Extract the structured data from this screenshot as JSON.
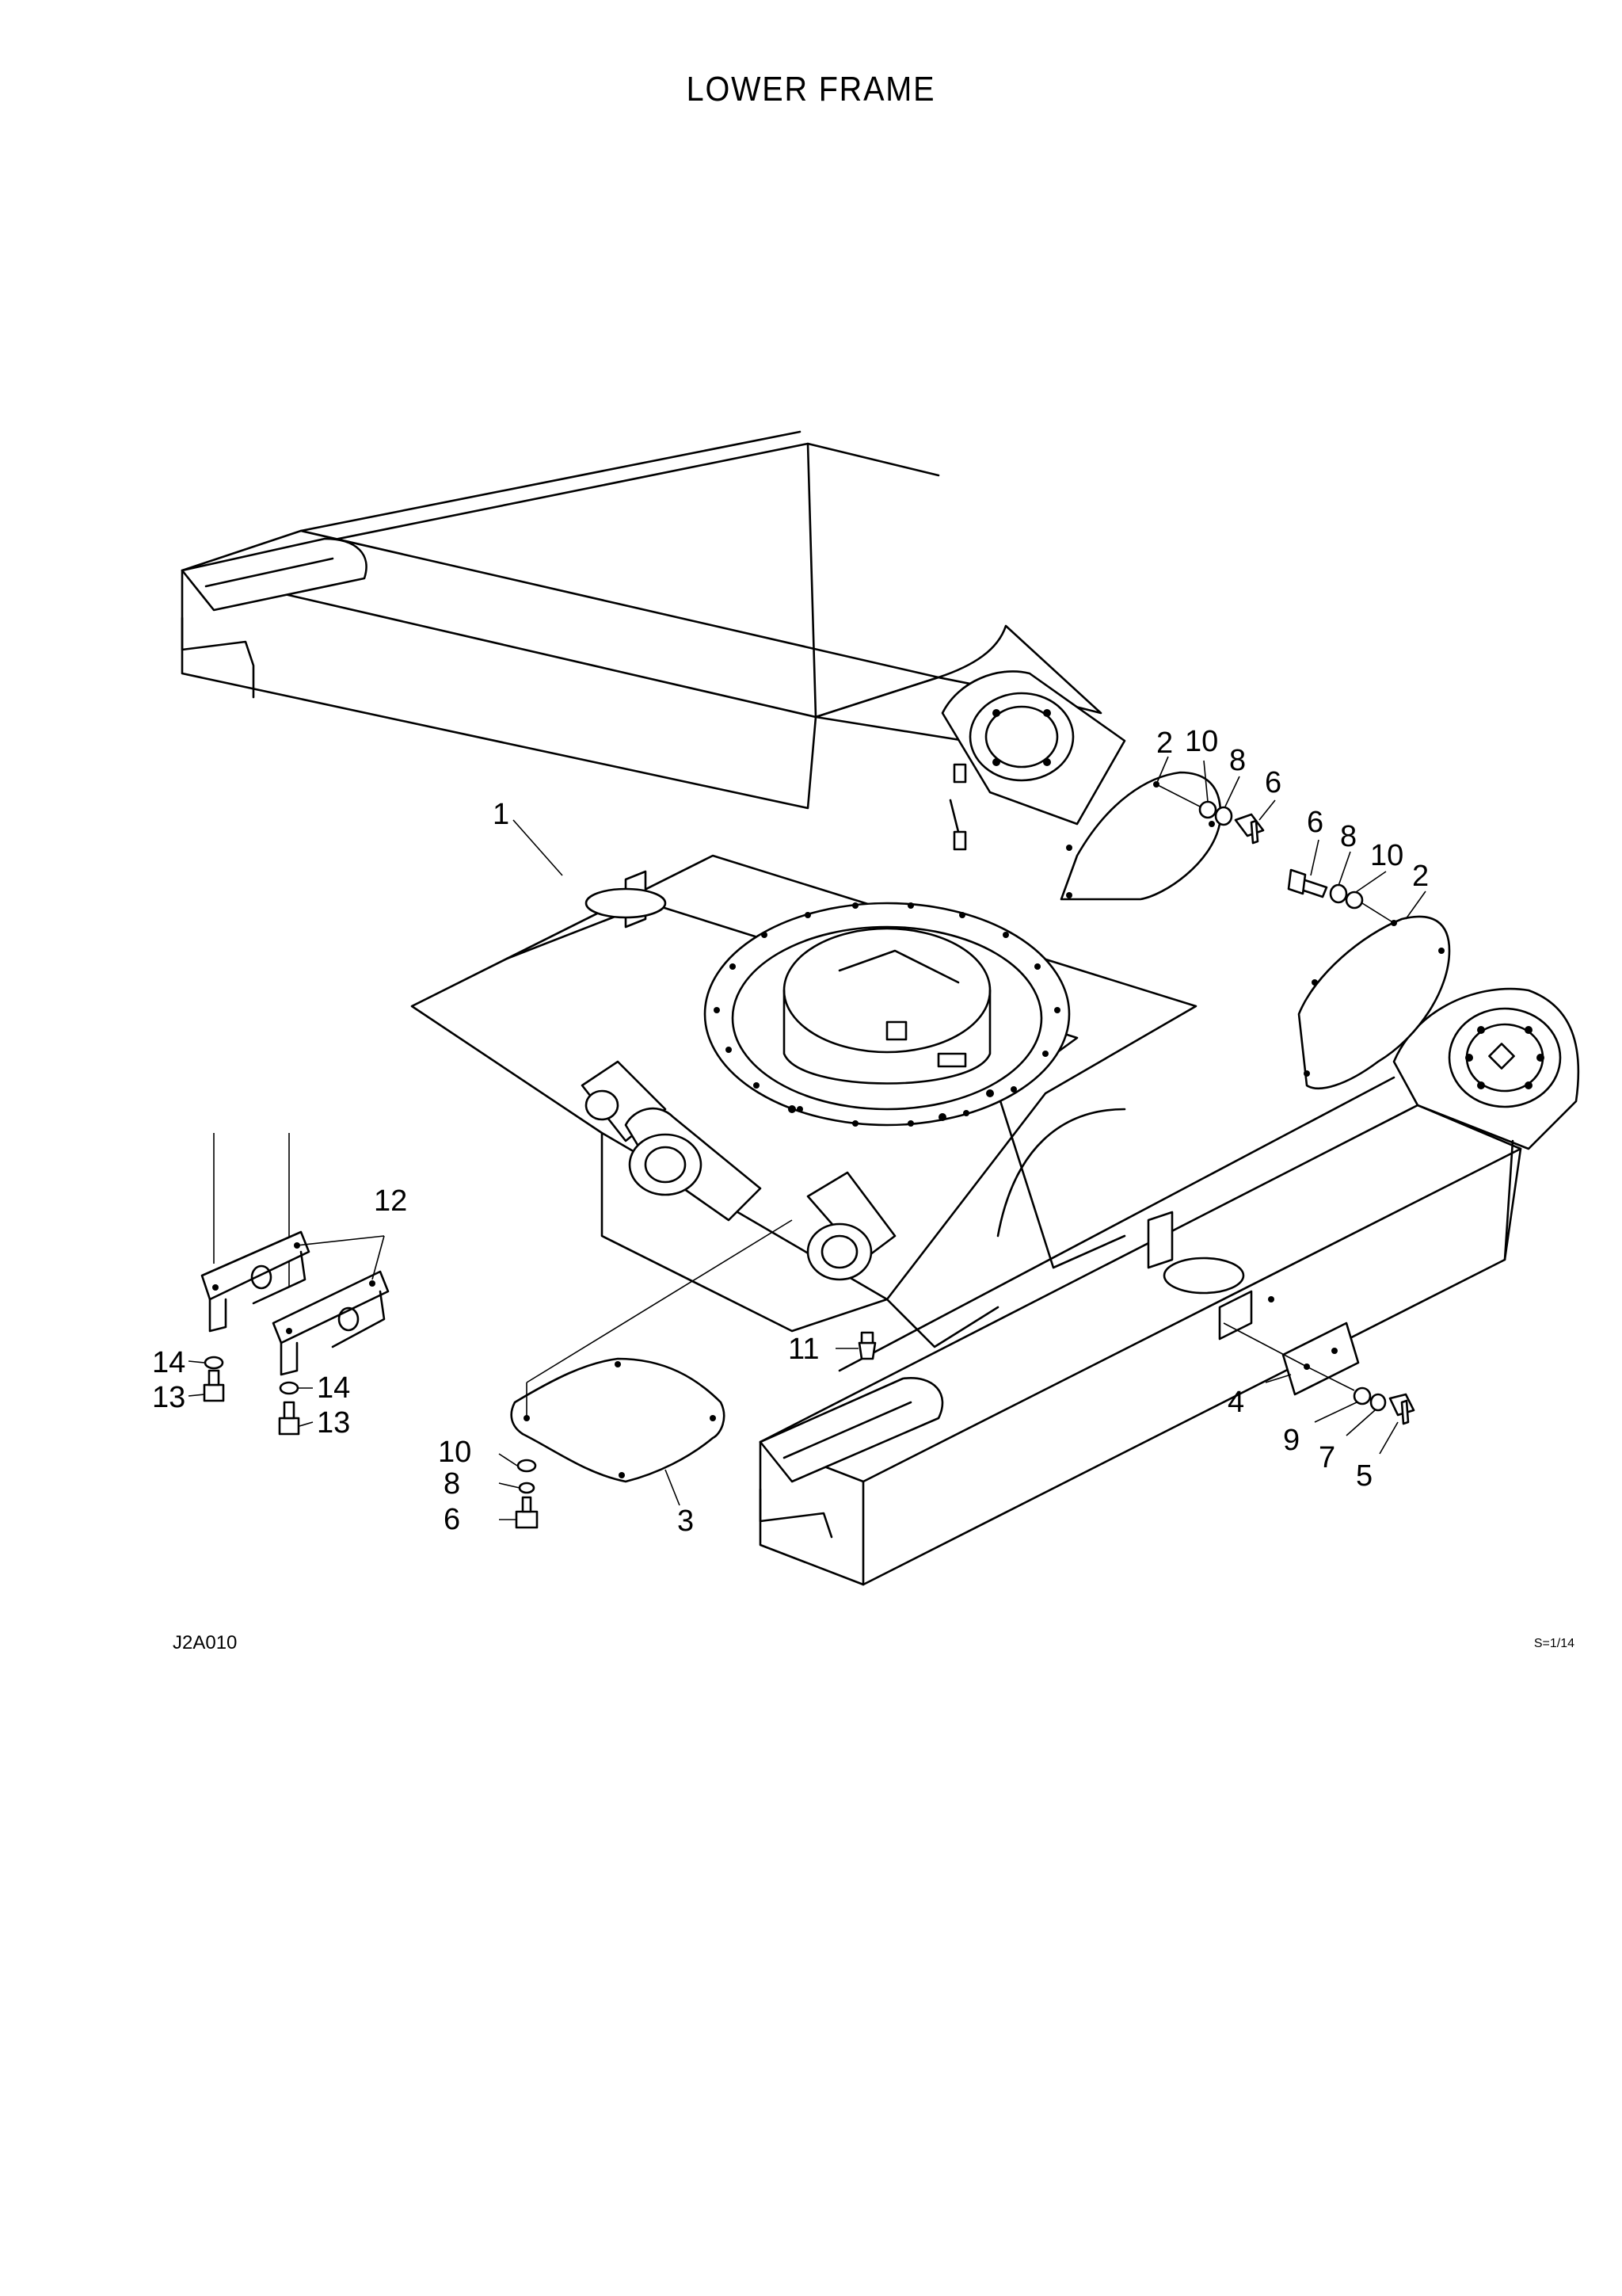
{
  "title": "LOWER FRAME",
  "drawing_code": "J2A010",
  "scale": "S=1/14",
  "callouts": [
    {
      "id": "c1",
      "label": "1"
    },
    {
      "id": "c2a",
      "label": "2"
    },
    {
      "id": "c10a",
      "label": "10"
    },
    {
      "id": "c8a",
      "label": "8"
    },
    {
      "id": "c6a",
      "label": "6"
    },
    {
      "id": "c6b",
      "label": "6"
    },
    {
      "id": "c8b",
      "label": "8"
    },
    {
      "id": "c10b",
      "label": "10"
    },
    {
      "id": "c2b",
      "label": "2"
    },
    {
      "id": "c12",
      "label": "12"
    },
    {
      "id": "c14a",
      "label": "14"
    },
    {
      "id": "c13a",
      "label": "13"
    },
    {
      "id": "c14b",
      "label": "14"
    },
    {
      "id": "c13b",
      "label": "13"
    },
    {
      "id": "c11",
      "label": "11"
    },
    {
      "id": "c10c",
      "label": "10"
    },
    {
      "id": "c8c",
      "label": "8"
    },
    {
      "id": "c6c",
      "label": "6"
    },
    {
      "id": "c3",
      "label": "3"
    },
    {
      "id": "c4",
      "label": "4"
    },
    {
      "id": "c9",
      "label": "9"
    },
    {
      "id": "c7",
      "label": "7"
    },
    {
      "id": "c5",
      "label": "5"
    }
  ]
}
